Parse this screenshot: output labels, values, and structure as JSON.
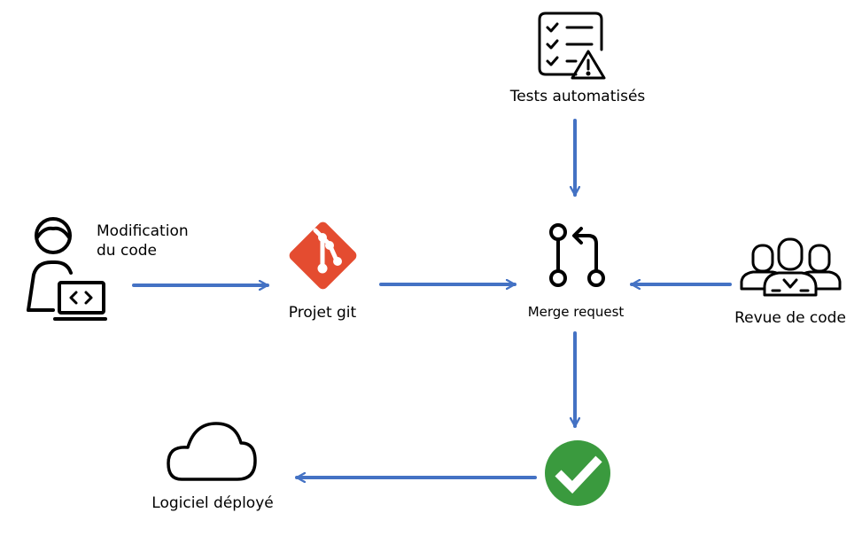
{
  "nodes": {
    "developer": {
      "label_line1": "Modification",
      "label_line2": "du code",
      "icon": "developer-laptop-icon"
    },
    "git_project": {
      "label": "Projet git",
      "icon": "git-logo-icon"
    },
    "merge_request": {
      "label": "Merge request",
      "icon": "merge-request-icon"
    },
    "automated_tests": {
      "label": "Tests automatisés",
      "icon": "checklist-warning-icon"
    },
    "code_review": {
      "label": "Revue de code",
      "icon": "team-review-icon"
    },
    "validation": {
      "icon": "green-check-icon"
    },
    "deployed_software": {
      "label": "Logiciel déployé",
      "icon": "cloud-icon"
    }
  },
  "edges": [
    {
      "from": "developer",
      "to": "git_project"
    },
    {
      "from": "git_project",
      "to": "merge_request"
    },
    {
      "from": "automated_tests",
      "to": "merge_request"
    },
    {
      "from": "code_review",
      "to": "merge_request"
    },
    {
      "from": "merge_request",
      "to": "validation"
    },
    {
      "from": "validation",
      "to": "deployed_software"
    }
  ],
  "colors": {
    "arrow": "#4472C4",
    "git": "#E44C30",
    "check": "#3A9A3E",
    "stroke": "#000000"
  }
}
